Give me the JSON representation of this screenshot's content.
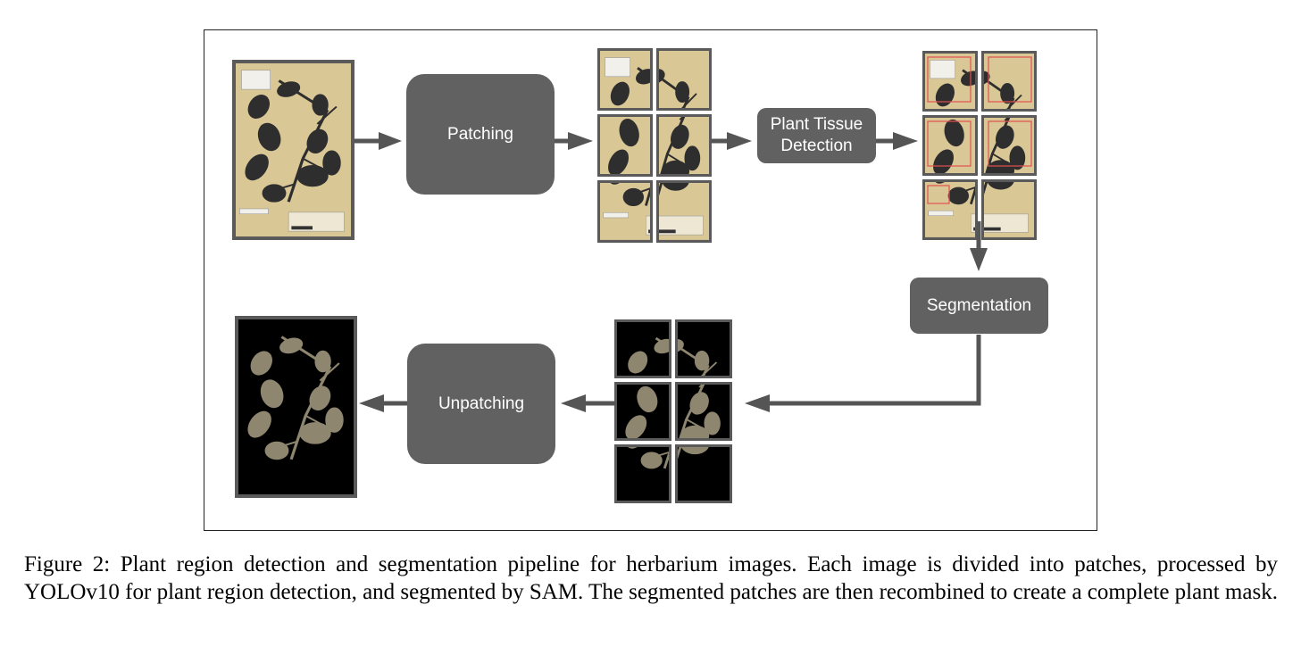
{
  "steps": {
    "patching": "Patching",
    "detection": "Plant Tissue\nDetection",
    "segmentation": "Segmentation",
    "unpatching": "Unpatching"
  },
  "colors": {
    "step_box": "#616161",
    "arrow": "#555555",
    "specimen_paper": "#d9c796",
    "plant_dark": "#2e2e2e",
    "mask_background": "#000000",
    "mask_plant": "#8e866f",
    "detection_box": "#e25050",
    "tile_border": "#5a5a5a"
  },
  "icons": {
    "arrow": "arrow-right-icon"
  },
  "caption": "Figure 2: Plant region detection and segmentation pipeline for herbarium images. Each image is divided into patches, processed by YOLOv10 for plant region detection, and segmented by SAM. The segmented patches are then recombined to create a complete plant mask."
}
